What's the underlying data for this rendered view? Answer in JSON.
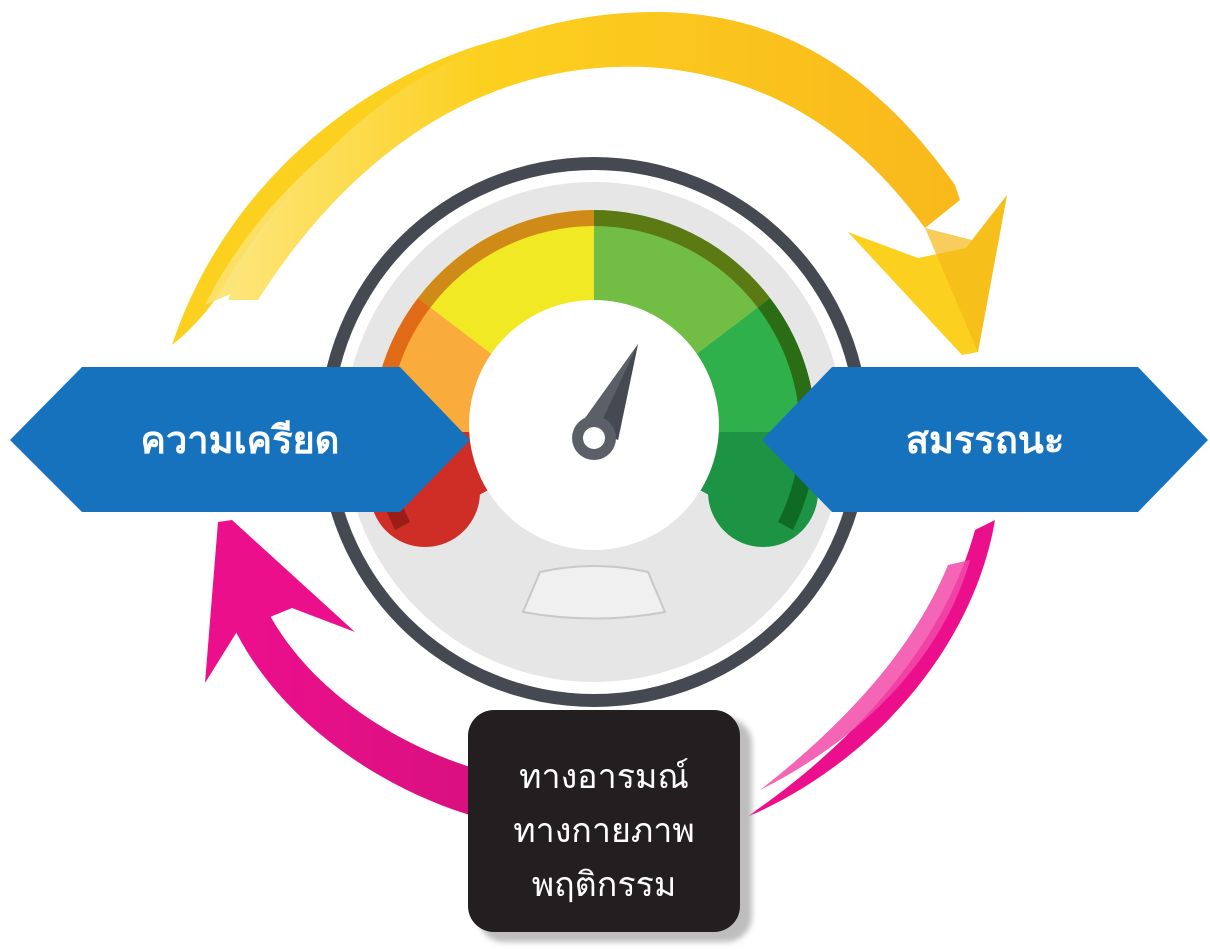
{
  "left_banner": {
    "label": "ความเครียด"
  },
  "right_banner": {
    "label": "สมรรถนะ"
  },
  "center_box": {
    "lines": [
      "ทางอารมณ์",
      "ทางกายภาพ",
      "พฤติกรรม"
    ]
  },
  "gauge": {
    "needle_icon": "gauge-needle-icon",
    "segments": [
      "red",
      "orange",
      "yellow",
      "light-green",
      "green",
      "dark-green"
    ]
  },
  "colors": {
    "top_arrow": "#fcd01f",
    "bottom_arrow": "#ec0f8c",
    "banner": "#1672bd",
    "gauge_ring": "#454a52",
    "box": "#231f20",
    "seg_red": "#cf2e26",
    "seg_orange": "#f9ab3c",
    "seg_yellow": "#f2e925",
    "seg_light_green": "#72bd44",
    "seg_green": "#30b04b",
    "seg_dark_green": "#1d9444"
  }
}
